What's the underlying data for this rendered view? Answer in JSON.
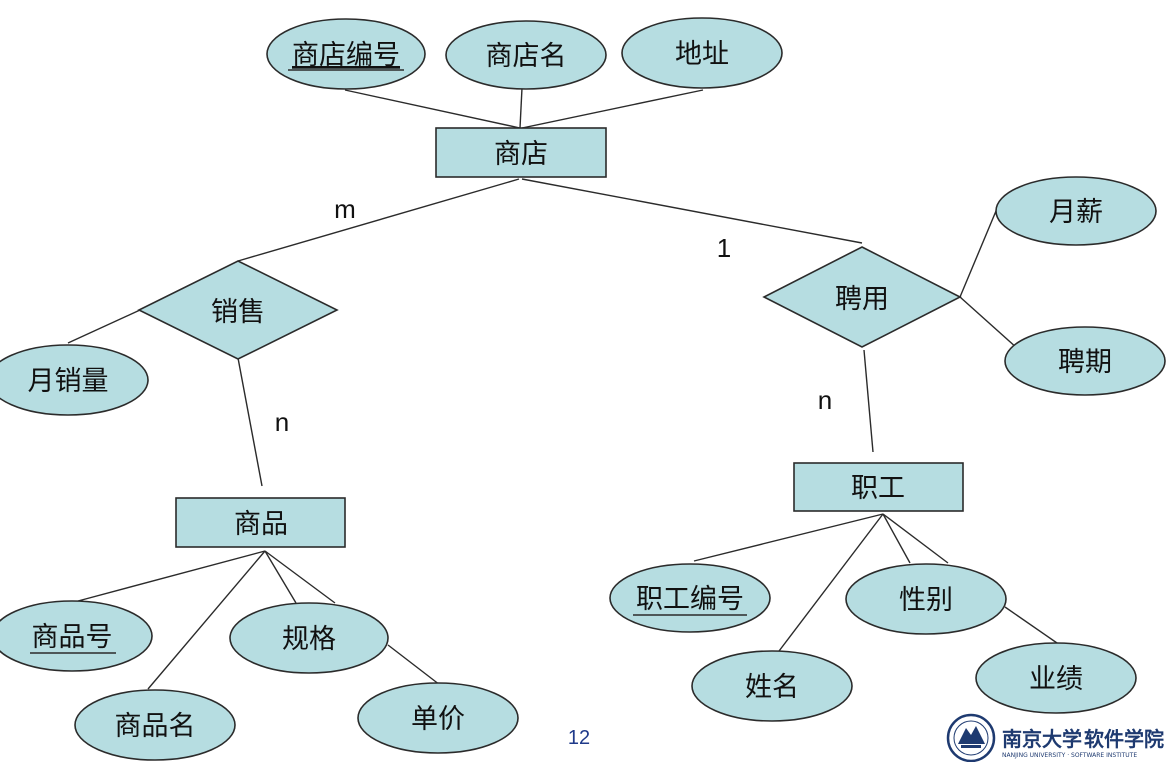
{
  "entities": {
    "shop": "商店",
    "goods": "商品",
    "staff": "职工"
  },
  "relationships": {
    "sell": "销售",
    "hire": "聘用"
  },
  "attributes": {
    "shop_id": "商店编号",
    "shop_name": "商店名",
    "address": "地址",
    "month_sales": "月销量",
    "goods_id": "商品号",
    "goods_name": "商品名",
    "spec": "规格",
    "price": "单价",
    "monthly_salary": "月薪",
    "hire_period": "聘期",
    "staff_id": "职工编号",
    "staff_name": "姓名",
    "gender": "性别",
    "performance": "业绩"
  },
  "cardinality": {
    "shop_sell": "m",
    "sell_goods": "n",
    "shop_hire": "1",
    "hire_staff": "n"
  },
  "page_number": "12",
  "logo": {
    "university": "南京大学",
    "school": "软件学院",
    "subtitle": "NANJING UNIVERSITY · SOFTWARE INSTITUTE"
  },
  "colors": {
    "fill": "#b6dde1",
    "stroke": "#2b2b2b",
    "page_number": "#1f3a8a"
  }
}
